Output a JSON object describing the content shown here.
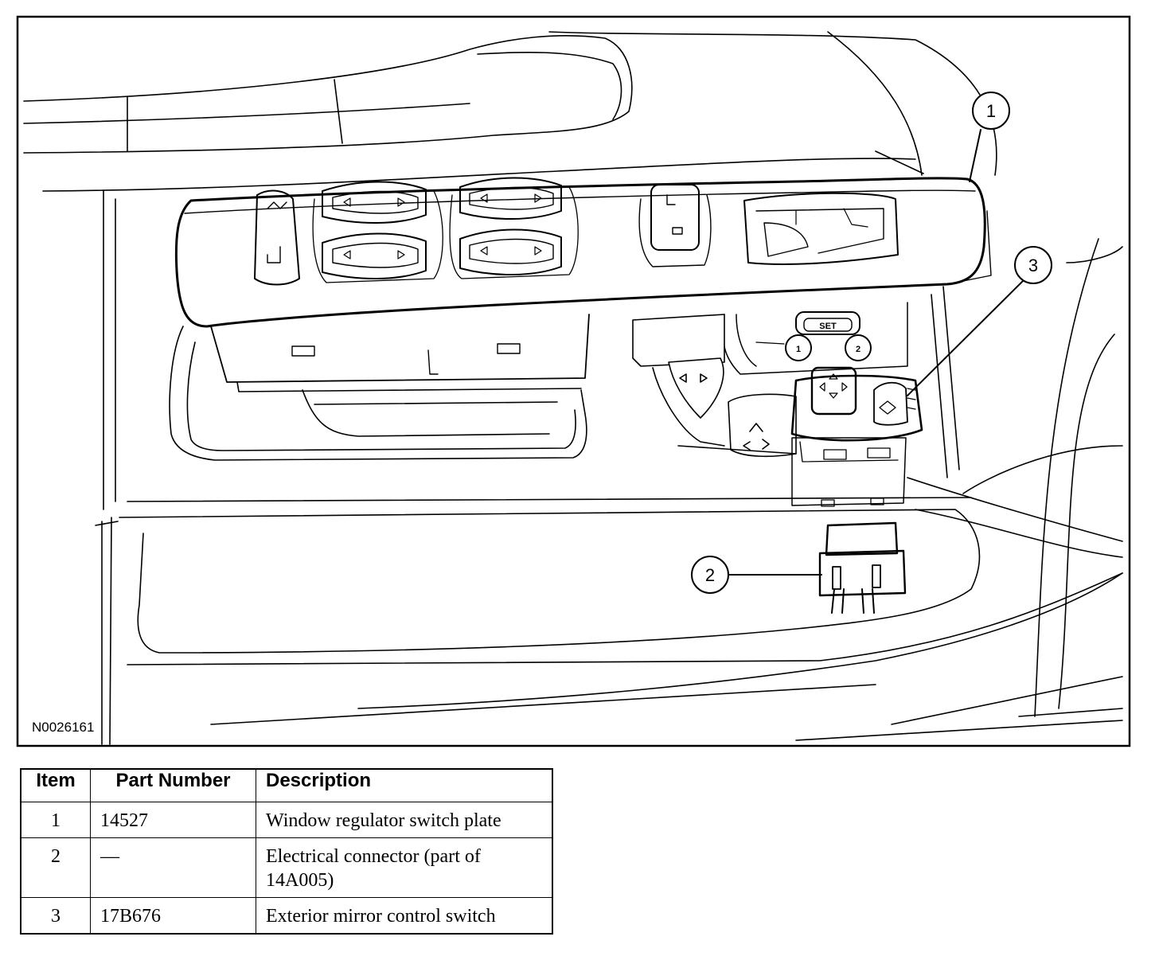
{
  "figure": {
    "id": "N0026161",
    "callouts": [
      "1",
      "2",
      "3"
    ],
    "switch_labels": {
      "set": "SET",
      "memory_1": "1",
      "memory_2": "2"
    }
  },
  "table": {
    "headers": {
      "item": "Item",
      "part_number": "Part Number",
      "description": "Description"
    },
    "rows": [
      {
        "item": "1",
        "part_number": "14527",
        "description": "Window regulator switch plate"
      },
      {
        "item": "2",
        "part_number": "—",
        "description": "Electrical connector (part of 14A005)"
      },
      {
        "item": "3",
        "part_number": "17B676",
        "description": "Exterior mirror control switch"
      }
    ]
  }
}
